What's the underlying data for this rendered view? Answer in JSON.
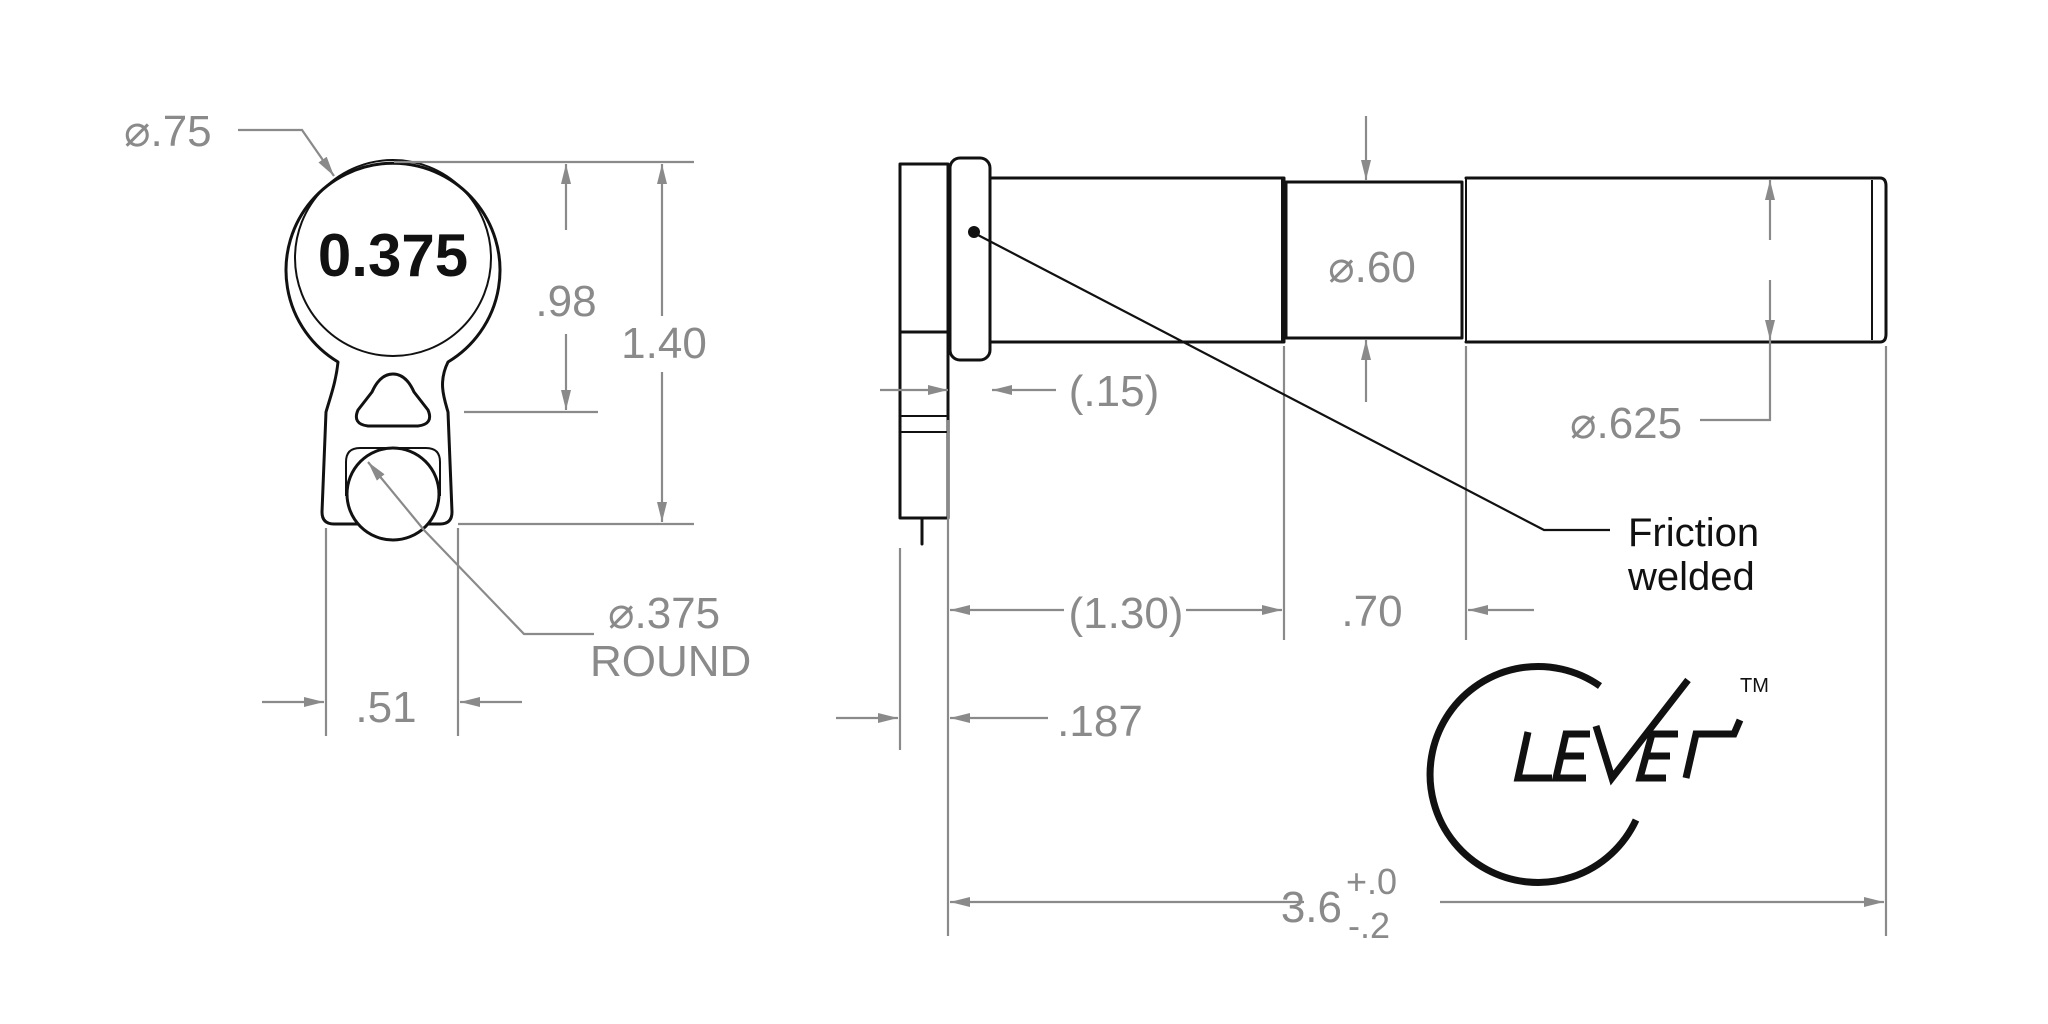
{
  "front_view": {
    "stamp": "0.375",
    "diameter_label": "⌀.75",
    "height_inner": ".98",
    "height_outer": "1.40",
    "width": ".51",
    "round_diameter": "⌀.375",
    "round_label": "ROUND"
  },
  "side_view": {
    "dia_small": "⌀.60",
    "dia_shaft": "⌀.625",
    "collar_offset": "(.15)",
    "length_first": "(1.30)",
    "length_neck": ".70",
    "head_thickness": ".187",
    "overall_length": "3.6",
    "tol_plus": "+.0",
    "tol_minus": "-.2",
    "note_line1": "Friction",
    "note_line2": "welded"
  },
  "logo": {
    "name": "CLEVER",
    "trademark": "TM"
  }
}
